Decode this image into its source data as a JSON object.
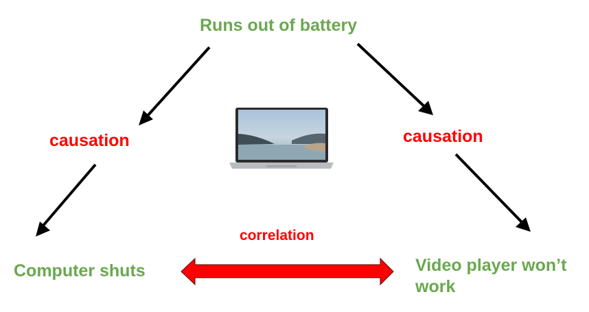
{
  "diagram": {
    "top_node": "Runs out of battery",
    "left_node": "Computer shuts",
    "right_node": "Video player won’t work",
    "left_edge_label": "causation",
    "right_edge_label": "causation",
    "bottom_edge_label": "correlation",
    "center_image": "laptop-icon",
    "colors": {
      "node_text": "#6aa84f",
      "edge_label": "#ff0000",
      "arrow": "#000000",
      "correlation_arrow": "#ff0000"
    }
  }
}
